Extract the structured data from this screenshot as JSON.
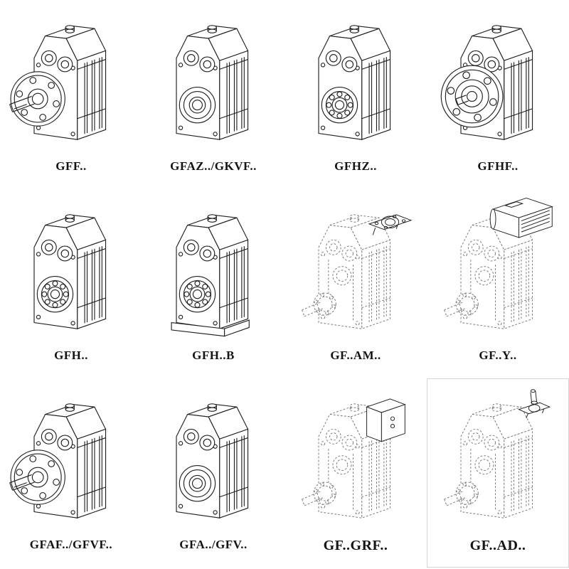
{
  "page": {
    "background": "#ffffff"
  },
  "colors": {
    "line": "#1f1f1f",
    "dashed_line": "#787878",
    "cell_border": "#d5d5d5"
  },
  "figures": [
    {
      "label": "GFF..",
      "type": "flange-shaft",
      "line_style": "solid"
    },
    {
      "label": "GFAZ../GKVF..",
      "type": "hollow-bore",
      "line_style": "solid"
    },
    {
      "label": "GFHZ..",
      "type": "bearing-bore",
      "line_style": "solid"
    },
    {
      "label": "GFHF..",
      "type": "flange-front",
      "line_style": "solid"
    },
    {
      "label": "GFH..",
      "type": "bearing-bore",
      "line_style": "solid"
    },
    {
      "label": "GFH..B",
      "type": "bearing-bore-foot",
      "line_style": "solid"
    },
    {
      "label": "GF..AM..",
      "type": "shaft-left-top-flange",
      "line_style": "dashed"
    },
    {
      "label": "GF..Y..",
      "type": "shaft-left-motor",
      "line_style": "dashed"
    },
    {
      "label": "GFAF../GFVF..",
      "type": "flange-shaft",
      "line_style": "solid"
    },
    {
      "label": "GFA../GFV..",
      "type": "hollow-bore",
      "line_style": "solid"
    },
    {
      "label": "GF..GRF..",
      "type": "shaft-left-adapter",
      "line_style": "dashed"
    },
    {
      "label": "GF..AD..",
      "type": "shaft-left-input-adapter",
      "line_style": "dashed"
    }
  ]
}
